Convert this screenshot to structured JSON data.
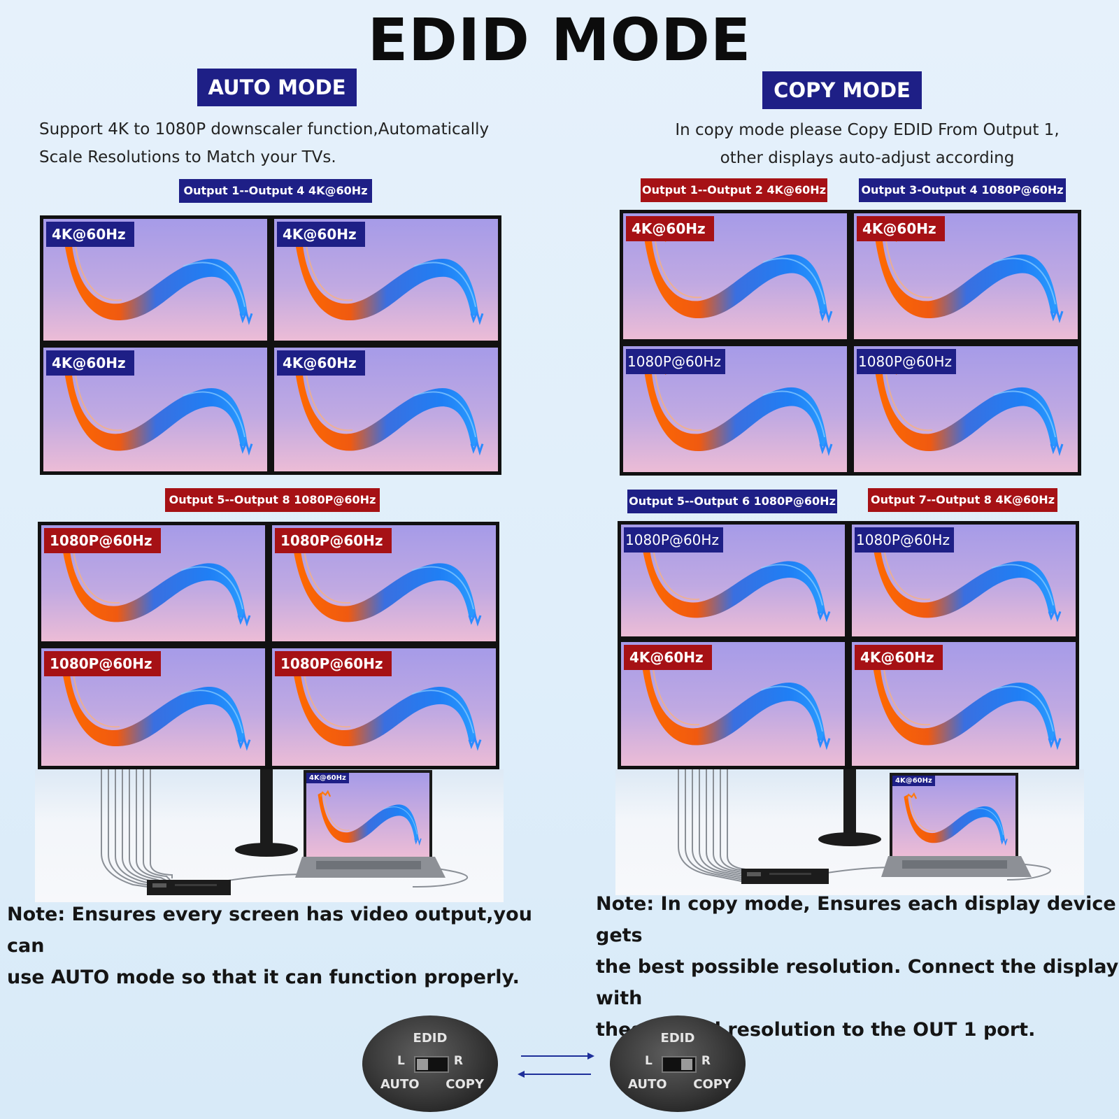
{
  "title": "EDID MODE",
  "auto": {
    "button": "AUTO MODE",
    "desc_line1": "Support  4K to 1080P downscaler function,Automatically",
    "desc_line2": "Scale Resolutions to Match your TVs.",
    "tag_top": "Output 1--Output 4  4K@60Hz",
    "tag_bottom": "Output 5--Output 8  1080P@60Hz",
    "monitors": [
      "4K@60Hz",
      "4K@60Hz",
      "4K@60Hz",
      "4K@60Hz",
      "1080P@60Hz",
      "1080P@60Hz",
      "1080P@60Hz",
      "1080P@60Hz"
    ],
    "laptop_label": "4K@60Hz",
    "note_line1": "Note: Ensures every screen has video output,you can",
    "note_line2": "use AUTO mode so that it can function properly."
  },
  "copy": {
    "button": "COPY  MODE",
    "desc_line1": "In copy mode please Copy EDID From Output 1,",
    "desc_line2": "other displays auto-adjust according",
    "tag_top_left": "Output 1--Output 2 4K@60Hz",
    "tag_top_right": "Output 3-Output 4  1080P@60Hz",
    "tag_bottom_left": "Output 5--Output 6 1080P@60Hz",
    "tag_bottom_right": "Output 7--Output 8  4K@60Hz",
    "monitors": [
      "4K@60Hz",
      "4K@60Hz",
      "1080P@60Hz",
      "1080P@60Hz",
      "1080P@60Hz",
      "1080P@60Hz",
      "4K@60Hz",
      "4K@60Hz"
    ],
    "laptop_label": "4K@60Hz",
    "note_line1": "Note: In copy mode, Ensures each display device gets",
    "note_line2": "the best possible resolution. Connect the display with",
    "note_line3": "theselected resolution to the OUT 1 port."
  },
  "switch": {
    "edid": "EDID",
    "l": "L",
    "r": "R",
    "auto": "AUTO",
    "copy": "COPY"
  },
  "colors": {
    "navy": "#1e1f86",
    "red": "#a61115"
  }
}
